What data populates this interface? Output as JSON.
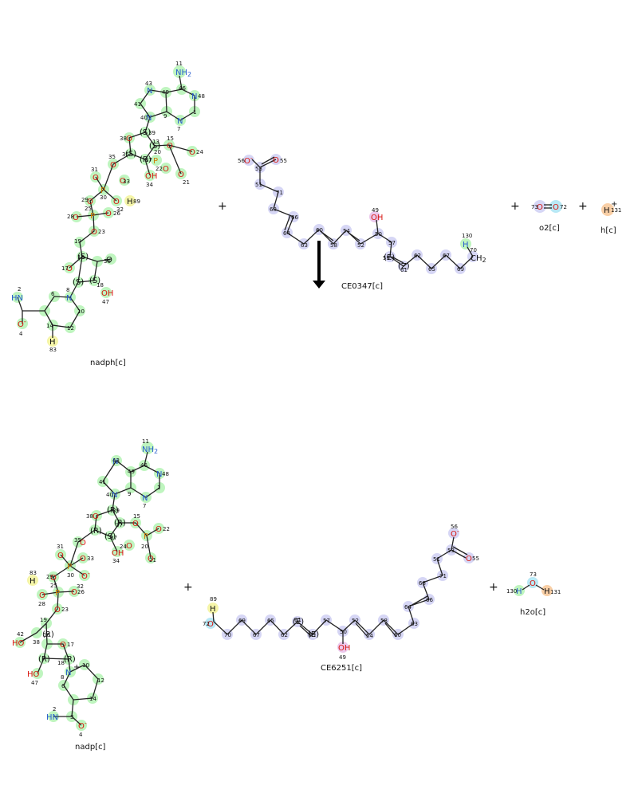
{
  "reaction": {
    "operator": "+",
    "reactants": [
      {
        "id": "nadph",
        "label": "nadph[c]"
      },
      {
        "id": "ce0347",
        "label": "CE0347[c]"
      },
      {
        "id": "o2",
        "label": "o2[c]"
      },
      {
        "id": "h",
        "label": "h[c]"
      }
    ],
    "products": [
      {
        "id": "nadp",
        "label": "nadp[c]"
      },
      {
        "id": "ce6251",
        "label": "CE6251[c]"
      },
      {
        "id": "h2o",
        "label": "h2o[c]"
      }
    ]
  },
  "atoms": {
    "nadph": [
      {
        "t": "NH2",
        "n": "11"
      },
      {
        "t": "N",
        "n": "43"
      },
      {
        "t": "N",
        "n": "48"
      },
      {
        "t": "N",
        "n": "7"
      },
      {
        "t": "N",
        "n": "40"
      },
      {
        "t": "(S)",
        "n": "39"
      },
      {
        "t": "O",
        "n": "38"
      },
      {
        "t": "O",
        "n": "15"
      },
      {
        "t": "(S)",
        "n": "13"
      },
      {
        "t": "(R)",
        "n": "37"
      },
      {
        "t": "(S)",
        "n": "35"
      },
      {
        "t": "P",
        "n": "20"
      },
      {
        "t": "O",
        "n": "24"
      },
      {
        "t": "O",
        "n": "22"
      },
      {
        "t": "O",
        "n": "21"
      },
      {
        "t": "OH",
        "n": "34"
      },
      {
        "t": "O",
        "n": "31"
      },
      {
        "t": "P",
        "n": "30"
      },
      {
        "t": "O",
        "n": "33"
      },
      {
        "t": "O",
        "n": "29"
      },
      {
        "t": "H",
        "n": "89"
      },
      {
        "t": "P",
        "n": "25"
      },
      {
        "t": "O",
        "n": "28"
      },
      {
        "t": "O",
        "n": "26"
      },
      {
        "t": "O",
        "n": "23"
      },
      {
        "t": "O",
        "n": "17"
      },
      {
        "t": "(S)",
        "n": "16"
      },
      {
        "t": "(S)",
        "n": "18"
      },
      {
        "t": "(S)",
        "n": "19"
      },
      {
        "t": "O",
        "n": "36"
      },
      {
        "t": "OH",
        "n": "47"
      },
      {
        "t": "N",
        "n": "8"
      },
      {
        "t": "HN",
        "n": "2"
      },
      {
        "t": "O",
        "n": "4"
      },
      {
        "t": "H",
        "n": "83"
      }
    ],
    "ce0347": [
      {
        "t": "O",
        "n": "56"
      },
      {
        "t": "O",
        "n": "55"
      },
      {
        "t": "C",
        "n": "53"
      },
      {
        "t": "C",
        "n": "51"
      },
      {
        "t": "C",
        "n": "71"
      },
      {
        "t": "C",
        "n": "68"
      },
      {
        "t": "C",
        "n": "66"
      },
      {
        "t": "C",
        "n": "64"
      },
      {
        "t": "C",
        "n": "63"
      },
      {
        "t": "C",
        "n": "60"
      },
      {
        "t": "C",
        "n": "58"
      },
      {
        "t": "C",
        "n": "54"
      },
      {
        "t": "C",
        "n": "52"
      },
      {
        "t": "OH",
        "n": "49"
      },
      {
        "t": "C",
        "n": "50"
      },
      {
        "t": "C",
        "n": "57"
      },
      {
        "t": "(E)",
        "n": "59"
      },
      {
        "t": "(Z)",
        "n": "61"
      },
      {
        "t": "C",
        "n": "62"
      },
      {
        "t": "C",
        "n": "65"
      },
      {
        "t": "C",
        "n": "67"
      },
      {
        "t": "C",
        "n": "69"
      },
      {
        "t": "CH2",
        "n": "70"
      },
      {
        "t": "H",
        "n": "130"
      }
    ],
    "o2": [
      {
        "t": "O",
        "n": "73"
      },
      {
        "t": "O",
        "n": "72"
      }
    ],
    "h": [
      {
        "t": "H",
        "n": "131"
      }
    ],
    "nadp": [
      {
        "t": "NH2",
        "n": "11"
      },
      {
        "t": "N",
        "n": "43"
      },
      {
        "t": "N",
        "n": "48"
      },
      {
        "t": "N",
        "n": "7"
      },
      {
        "t": "N",
        "n": "40"
      },
      {
        "t": "(R)",
        "n": "39"
      },
      {
        "t": "O",
        "n": "38"
      },
      {
        "t": "(R)",
        "n": "37"
      },
      {
        "t": "(S)",
        "n": "13"
      },
      {
        "t": "O",
        "n": "15"
      },
      {
        "t": "P",
        "n": "20"
      },
      {
        "t": "O",
        "n": "22"
      },
      {
        "t": "O",
        "n": "24"
      },
      {
        "t": "O",
        "n": "21"
      },
      {
        "t": "OH",
        "n": "34"
      },
      {
        "t": "O",
        "n": "35"
      },
      {
        "t": "O",
        "n": "31"
      },
      {
        "t": "P",
        "n": "30"
      },
      {
        "t": "O",
        "n": "33"
      },
      {
        "t": "O",
        "n": "32"
      },
      {
        "t": "H",
        "n": "83"
      },
      {
        "t": "O",
        "n": "29"
      },
      {
        "t": "P",
        "n": "25"
      },
      {
        "t": "O",
        "n": "26"
      },
      {
        "t": "O",
        "n": "28"
      },
      {
        "t": "O",
        "n": "23"
      },
      {
        "t": "(R)",
        "n": "16"
      },
      {
        "t": "O",
        "n": "17"
      },
      {
        "t": "HO",
        "n": "42"
      },
      {
        "t": "(R)",
        "n": "18"
      },
      {
        "t": "HO",
        "n": "47"
      },
      {
        "t": "N",
        "n": "8"
      },
      {
        "t": "HN",
        "n": "2"
      },
      {
        "t": "O",
        "n": "4"
      }
    ],
    "ce6251": [
      {
        "t": "O",
        "n": "56"
      },
      {
        "t": "O",
        "n": "55"
      },
      {
        "t": "C",
        "n": "53"
      },
      {
        "t": "C",
        "n": "51"
      },
      {
        "t": "C",
        "n": "71"
      },
      {
        "t": "C",
        "n": "68"
      },
      {
        "t": "C",
        "n": "66"
      },
      {
        "t": "C",
        "n": "64"
      },
      {
        "t": "C",
        "n": "63"
      },
      {
        "t": "C",
        "n": "60"
      },
      {
        "t": "C",
        "n": "58"
      },
      {
        "t": "C",
        "n": "54"
      },
      {
        "t": "C",
        "n": "52"
      },
      {
        "t": "OH",
        "n": "49"
      },
      {
        "t": "C",
        "n": "50"
      },
      {
        "t": "C",
        "n": "57"
      },
      {
        "t": "(E)",
        "n": "59"
      },
      {
        "t": "(E)",
        "n": "61"
      },
      {
        "t": "C",
        "n": "62"
      },
      {
        "t": "C",
        "n": "65"
      },
      {
        "t": "C",
        "n": "67"
      },
      {
        "t": "C",
        "n": "69"
      },
      {
        "t": "C",
        "n": "70"
      },
      {
        "t": "O",
        "n": "72"
      },
      {
        "t": "H",
        "n": "89"
      }
    ],
    "h2o": [
      {
        "t": "O",
        "n": "73"
      },
      {
        "t": "H",
        "n": "130"
      },
      {
        "t": "H",
        "n": "131"
      }
    ]
  },
  "colors": {
    "highlight_green": "#bff5bf",
    "highlight_blue": "#d6d6f5",
    "highlight_magenta": "#ecc8ec",
    "highlight_yellow": "#f5f5a8",
    "highlight_orange": "#f9cfa6",
    "highlight_cyan": "#b8e8f5",
    "nitrogen": "#2a5ecf",
    "oxygen": "#d8160f",
    "phosphorus": "#d07a00"
  }
}
